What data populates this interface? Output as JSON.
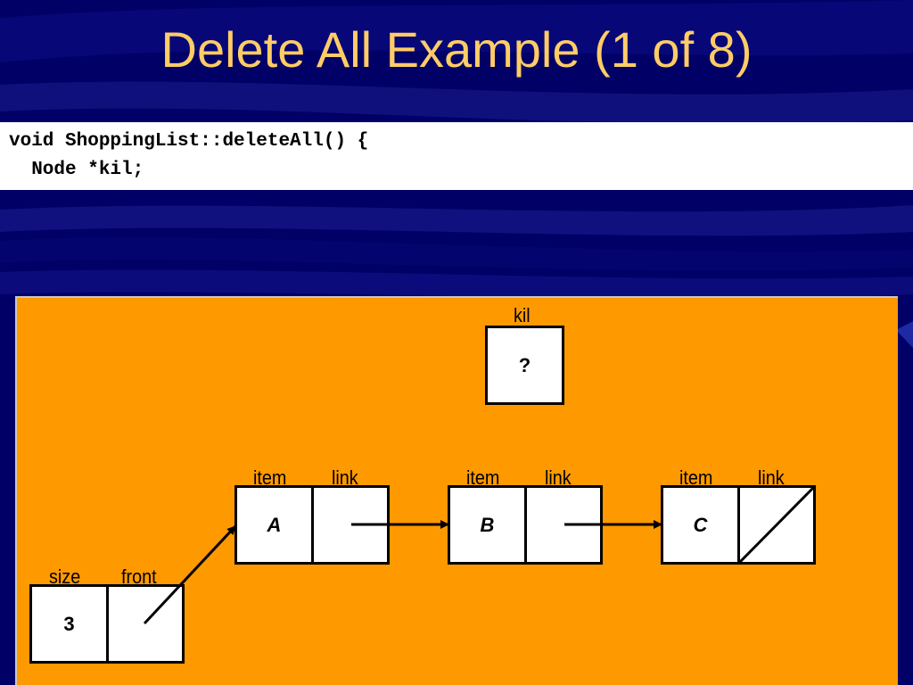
{
  "slide": {
    "title": "Delete All Example (1 of 8)",
    "code_lines": [
      "void ShoppingList::deleteAll() {",
      "  Node *kil;"
    ]
  },
  "diagram": {
    "kil": {
      "label": "kil",
      "value": "?"
    },
    "list_header": {
      "size_label": "size",
      "front_label": "front",
      "size_value": "3"
    },
    "nodes": [
      {
        "item_label": "item",
        "link_label": "link",
        "value": "A"
      },
      {
        "item_label": "item",
        "link_label": "link",
        "value": "B"
      },
      {
        "item_label": "item",
        "link_label": "link",
        "value": "C"
      }
    ]
  },
  "colors": {
    "background": "#000066",
    "title": "#FFCC66",
    "panel": "#FF9900",
    "code_bg": "#FFFFFF"
  }
}
